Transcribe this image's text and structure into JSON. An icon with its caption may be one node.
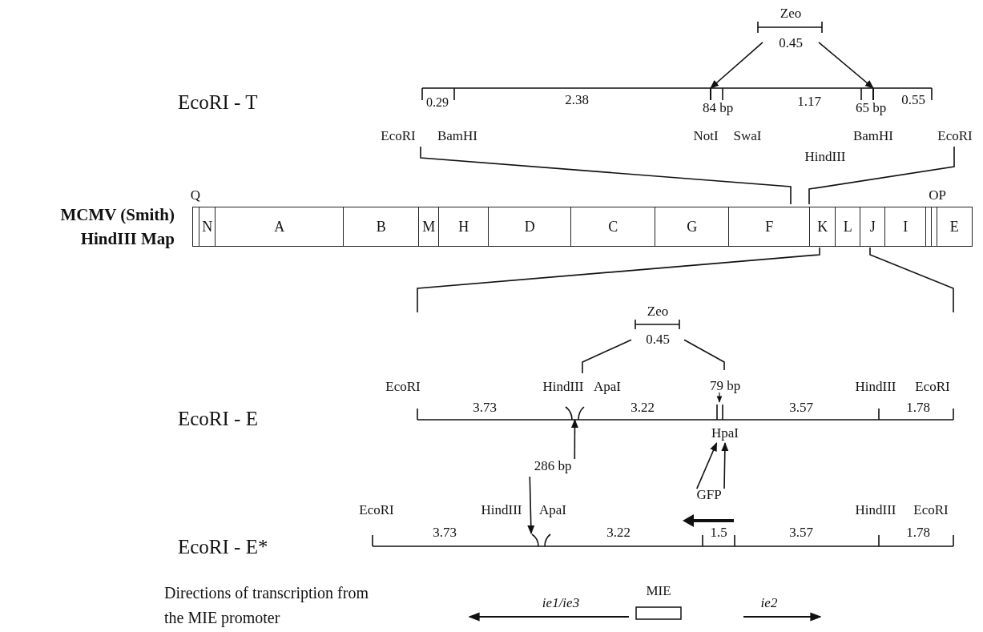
{
  "diagram": {
    "nodes": [
      {
        "text": [
          "Zeo",
          "0.45"
        ]
      },
      {
        "text": [],
        "shape": "box"
      },
      {
        "text": [
          "N"
        ]
      },
      {
        "text": [
          "A"
        ]
      },
      {
        "text": [
          "B"
        ]
      },
      {
        "text": [
          "M"
        ]
      },
      {
        "text": [
          "H"
        ]
      },
      {
        "text": [
          "D"
        ]
      },
      {
        "text": [
          "C"
        ]
      },
      {
        "text": [
          "G"
        ]
      },
      {
        "text": [
          "F"
        ]
      },
      {
        "text": [
          "K"
        ]
      },
      {
        "text": [
          "L"
        ]
      },
      {
        "text": [
          "J"
        ]
      },
      {
        "text": [
          "I"
        ]
      },
      {
        "text": [],
        "shape": "box"
      },
      {
        "text": [],
        "shape": "box"
      },
      {
        "text": [
          "E"
        ]
      },
      {
        "text": [
          "Zeo",
          "0.45"
        ]
      },
      {
        "text": [
          "286 bp"
        ]
      },
      {
        "text": [
          "GFP"
        ]
      },
      {
        "text": [
          "MIE"
        ]
      },
      {
        "text": [
          "HpaI"
        ]
      },
      {
        "text": [],
        "shape": "bar"
      },
      {
        "text": [],
        "shape": "bar"
      },
      {
        "text": [],
        "shape": "bar"
      },
      {
        "text": [],
        "shape": "bar"
      }
    ],
    "edges": [
      {
        "from": 0,
        "to": 23,
        "arrow": "to"
      },
      {
        "from": 0,
        "to": 24,
        "arrow": "to"
      },
      {
        "from": 18,
        "to": null,
        "arrow": "none"
      },
      {
        "from": 18,
        "to": null,
        "arrow": "none"
      },
      {
        "from": 19,
        "to": 25,
        "arrow": "to"
      },
      {
        "from": 19,
        "to": 26,
        "arrow": "to"
      },
      {
        "from": 20,
        "to": 22,
        "arrow": "to"
      },
      {
        "from": 20,
        "to": 22,
        "arrow": "to"
      }
    ],
    "labels": [
      "EcoRI - T",
      "0.29",
      "2.38",
      "84 bp",
      "1.17",
      "65 bp",
      "0.55",
      "EcoRI",
      "BamHI",
      "NotI",
      "SwaI",
      "BamHI",
      "EcoRI",
      "HindIII",
      "Q",
      "OP",
      "MCMV (Smith)",
      "HindIII Map",
      "EcoRI",
      "HindIII",
      "ApaI",
      "79 bp",
      "HindIII",
      "EcoRI",
      "3.73",
      "3.22",
      "3.57",
      "1.78",
      "EcoRI - E",
      "EcoRI",
      "HindIII",
      "ApaI",
      "HindIII",
      "EcoRI",
      "EcoRI - E*",
      "3.73",
      "3.22",
      "1.5",
      "3.57",
      "1.78",
      "Directions of transcription from the MIE promoter",
      "ie1/ie3",
      "ie2"
    ]
  }
}
